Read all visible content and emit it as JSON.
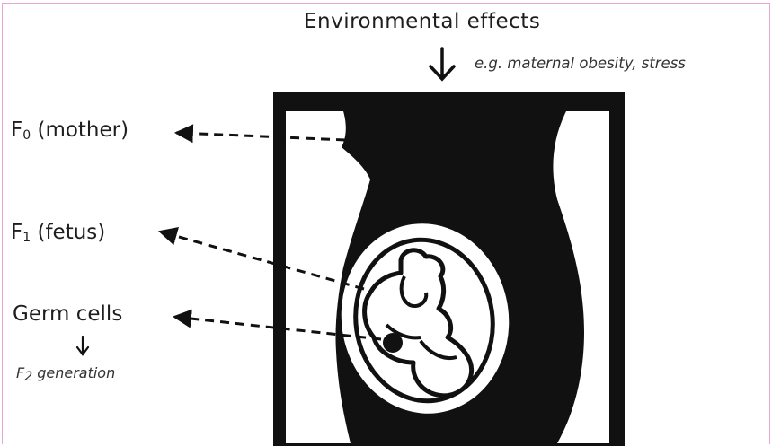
{
  "title": "Environmental effects",
  "example": "e.g. maternal obesity, stress",
  "labels": {
    "mother": {
      "prefix": "F",
      "sub": "0",
      "text": " (mother)"
    },
    "fetus": {
      "prefix": "F",
      "sub": "1",
      "text": " (fetus)"
    },
    "germ_cells": "Germ cells",
    "f2": {
      "prefix": "F",
      "sub": "2",
      "text": " generation"
    }
  },
  "colors": {
    "ink": "#111111",
    "frame": "#e7a7cf"
  }
}
